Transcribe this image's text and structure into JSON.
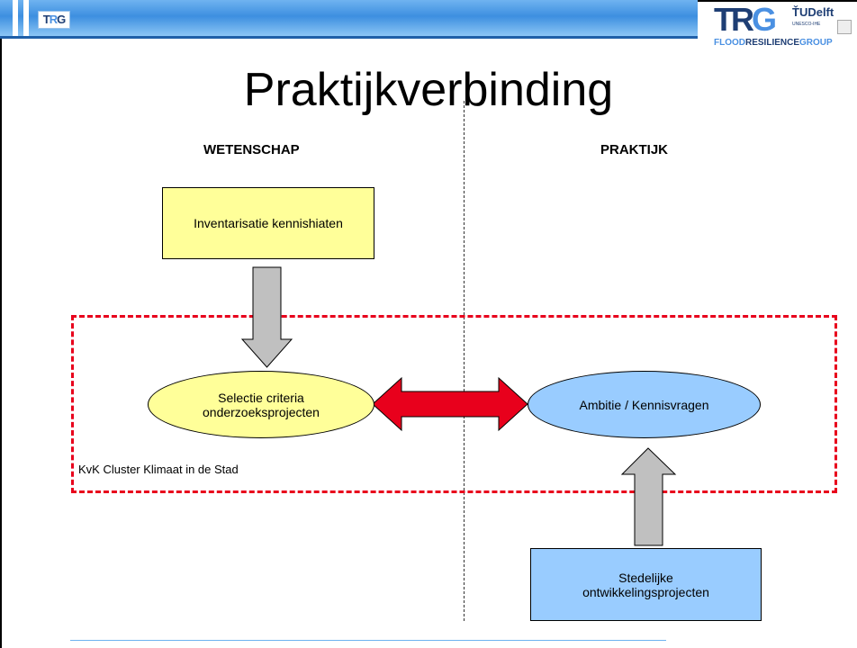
{
  "header": {
    "mini_logo_t": "T",
    "mini_logo_r": "R",
    "mini_logo_g": "G",
    "logo_t": "T",
    "logo_r": "R",
    "logo_g": "G",
    "logo_sub_a": "FLOOD",
    "logo_sub_b": "RESILIENCE",
    "logo_sub_c": "GROUP",
    "tudelft": "ŤUDelft",
    "tudelft_sub": "UNESCO-IHE",
    "band_color": "#3d8fe0"
  },
  "slide": {
    "title": "Praktijkverbinding",
    "left_heading": "WETENSCHAP",
    "right_heading": "PRAKTIJK"
  },
  "nodes": {
    "inventarisatie": "Inventarisatie kennishiaten",
    "selectie_line1": "Selectie criteria",
    "selectie_line2": "onderzoeksprojecten",
    "ambitie": "Ambitie / Kennisvragen",
    "stedelijke_line1": "Stedelijke",
    "stedelijke_line2": "ontwikkelingsprojecten"
  },
  "cluster": {
    "label": "KvK Cluster Klimaat in de Stad",
    "color": "#e8001c"
  },
  "colors": {
    "yellow_fill": "#ffff99",
    "blue_fill": "#99ccff",
    "arrow_gray": "#c0c0c0",
    "arrow_red": "#e8001c"
  }
}
